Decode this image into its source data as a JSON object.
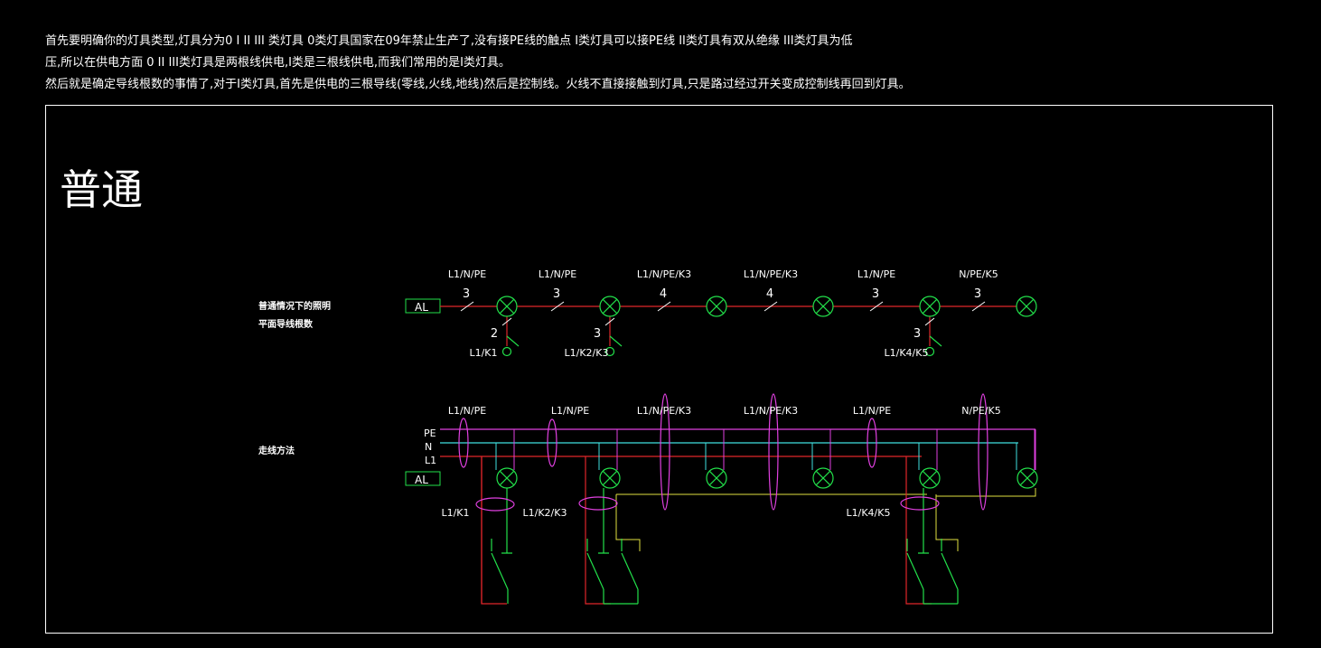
{
  "notes": [
    "首先要明确你的灯具类型,灯具分为0 I II III 类灯具 0类灯具国家在09年禁止生产了,没有接PE线的触点 I类灯具可以接PE线 II类灯具有双从绝缘 III类灯具为低",
    "压,所以在供电方面 0 II III类灯具是两根线供电,I类是三根线供电,而我们常用的是I类灯具。",
    "然后就是确定导线根数的事情了,对于I类灯具,首先是供电的三根导线(零线,火线,地线)然后是控制线。火线不直接接触到灯具,只是路过经过开关变成控制线再回到灯具。"
  ],
  "title": "普通",
  "top": {
    "label1": "普通情况下的照明",
    "label2": "平面导线根数",
    "al": "AL",
    "segments": [
      {
        "label": "L1/N/PE",
        "count": "3"
      },
      {
        "label": "L1/N/PE",
        "count": "3"
      },
      {
        "label": "L1/N/PE/K3",
        "count": "4"
      },
      {
        "label": "L1/N/PE/K3",
        "count": "4"
      },
      {
        "label": "L1/N/PE",
        "count": "3"
      },
      {
        "label": "N/PE/K5",
        "count": "3"
      }
    ],
    "switches": [
      {
        "count": "2",
        "label": "L1/K1"
      },
      {
        "count": "3",
        "label": "L1/K2/K3"
      },
      {
        "count": "3",
        "label": "L1/K4/K5"
      }
    ]
  },
  "bottom": {
    "label": "走线方法",
    "al": "AL",
    "bus": [
      "PE",
      "N",
      "L1"
    ],
    "segments": [
      "L1/N/PE",
      "L1/N/PE",
      "L1/N/PE/K3",
      "L1/N/PE/K3",
      "L1/N/PE",
      "N/PE/K5"
    ],
    "switch_labels": [
      "L1/K1",
      "L1/K2/K3",
      "L1/K4/K5"
    ]
  },
  "colors": {
    "red": "#e0262a",
    "green": "#22e04a",
    "magenta": "#e040e0",
    "cyan": "#40e0e0",
    "yellow": "#e0e040",
    "frame": "#ffffff"
  }
}
